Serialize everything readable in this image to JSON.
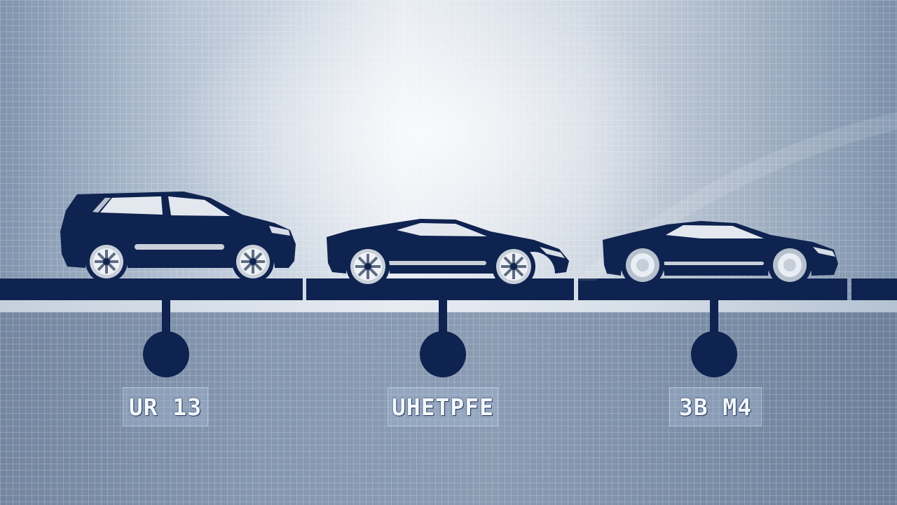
{
  "palette": {
    "navy": "#0f2350",
    "wheel_silver": "#c9d0d9",
    "label_text": "#f4f8fd"
  },
  "vehicles": [
    {
      "kind": "suv",
      "icon": "suv-silhouette-icon",
      "label": "UR 13"
    },
    {
      "kind": "sports-coupe",
      "icon": "sports-car-silhouette-icon",
      "label": "UHETPFE"
    },
    {
      "kind": "sports-coupe",
      "icon": "sports-car-silhouette-icon",
      "label": "3B M4"
    }
  ]
}
